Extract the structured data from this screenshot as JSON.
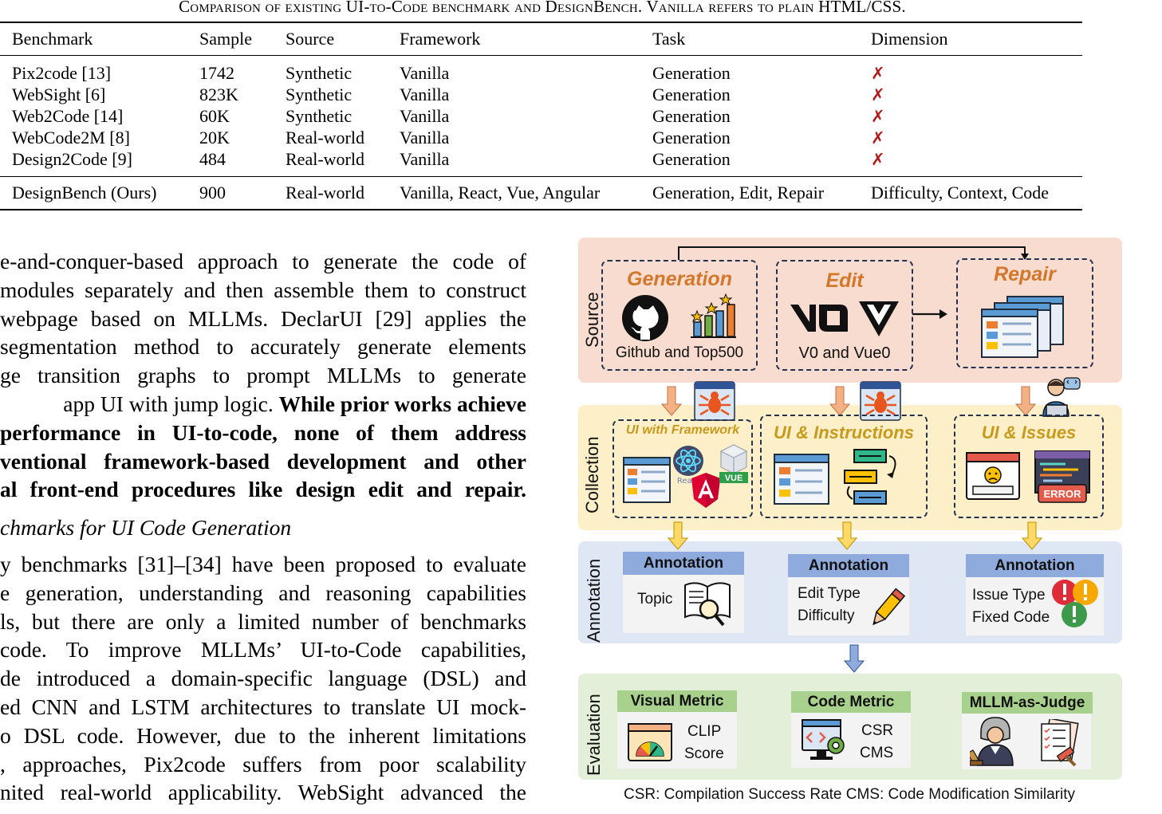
{
  "caption": "Comparison of existing UI-to-Code benchmark and DesignBench. Vanilla refers to plain HTML/CSS.",
  "table": {
    "headers": [
      "Benchmark",
      "Sample",
      "Source",
      "Framework",
      "Task",
      "Dimension"
    ],
    "rows": [
      [
        "Pix2code [13]",
        "1742",
        "Synthetic",
        "Vanilla",
        "Generation",
        "✗"
      ],
      [
        "WebSight [6]",
        "823K",
        "Synthetic",
        "Vanilla",
        "Generation",
        "✗"
      ],
      [
        "Web2Code [14]",
        "60K",
        "Synthetic",
        "Vanilla",
        "Generation",
        "✗"
      ],
      [
        "WebCode2M [8]",
        "20K",
        "Real-world",
        "Vanilla",
        "Generation",
        "✗"
      ],
      [
        "Design2Code [9]",
        "484",
        "Real-world",
        "Vanilla",
        "Generation",
        "✗"
      ]
    ],
    "ours": [
      "DesignBench (Ours)",
      "900",
      "Real-world",
      "Vanilla, React, Vue, Angular",
      "Generation, Edit, Repair",
      "Difficulty, Context, Code"
    ]
  },
  "body": {
    "para1_lines": [
      "e-and-conquer-based approach to generate the code of",
      "modules separately and then assemble them to construct",
      "webpage based on MLLMs. DeclarUI [29] applies the",
      "segmentation method to accurately generate elements",
      "ge transition graphs to prompt MLLMs to generate"
    ],
    "para1_line6_a": "app UI with jump logic. ",
    "para1_line6_b": "While prior works achieve",
    "para1_bold_lines": [
      "performance in UI-to-code, none of them address",
      "ventional framework-based development and other",
      "al front-end procedures like design edit and repair."
    ],
    "heading": "chmarks for UI Code Generation",
    "para2_lines": [
      "y benchmarks [31]–[34] have been proposed to evaluate",
      "e generation, understanding and reasoning capabilities",
      "ls, but there are only a limited number of benchmarks",
      "code. To improve MLLMs’ UI-to-Code capabilities,",
      "de introduced a domain-specific language (DSL) and",
      "ed CNN and LSTM architectures to translate UI mock-",
      "o DSL code. However, due to the inherent limitations",
      ", approaches, Pix2code suffers from poor scalability",
      "nited real-world applicability. WebSight advanced the"
    ]
  },
  "figure": {
    "band_labels": {
      "source": "Source",
      "collection": "Collection",
      "annotation": "Annotation",
      "evaluation": "Evaluation"
    },
    "source": {
      "generation": {
        "title": "Generation",
        "caption": "Github and Top500"
      },
      "edit": {
        "title": "Edit",
        "caption": "V0 and Vue0"
      },
      "repair": {
        "title": "Repair"
      }
    },
    "collection": {
      "framework": {
        "title": "UI with Framework",
        "react": "React",
        "vue": "VUE"
      },
      "instructions": {
        "title": "UI & Instructions"
      },
      "issues": {
        "title": "UI & Issues",
        "error": "ERROR"
      }
    },
    "annotation": {
      "header": "Annotation",
      "topic": "Topic",
      "edit_lines": [
        "Edit Type",
        "Difficulty"
      ],
      "issue_lines": [
        "Issue Type",
        "Fixed Code"
      ]
    },
    "evaluation": {
      "visual": {
        "header": "Visual Metric",
        "lines": [
          "CLIP",
          "Score"
        ]
      },
      "code": {
        "header": "Code Metric",
        "lines": [
          "CSR",
          "CMS"
        ]
      },
      "judge": {
        "header": "MLLM-as-Judge"
      }
    },
    "footnote": "CSR: Compilation Success Rate   CMS: Code Modification Similarity"
  },
  "colors": {
    "source_band": "#f8dccf",
    "collection_band": "#fdefc7",
    "annotation_band": "#dfe6f4",
    "evaluation_band": "#e3efd9",
    "cross": "#b01a1a",
    "title_orange": "#d3772b"
  },
  "icons": [
    "github-icon",
    "bar-chart-stars-icon",
    "v0-logo-icon",
    "vue0-logo-icon",
    "arrow-right-icon",
    "webpages-stack-icon",
    "spider-bug-icon",
    "developer-icon",
    "react-logo-icon",
    "angular-logo-icon",
    "vue-badge-icon",
    "instructions-flow-icon",
    "sad-page-icon",
    "error-code-icon",
    "book-magnifier-icon",
    "pencil-icon",
    "warning-icons",
    "gauge-window-icon",
    "code-gear-monitor-icon",
    "judge-icon",
    "checklist-gavel-icon"
  ]
}
